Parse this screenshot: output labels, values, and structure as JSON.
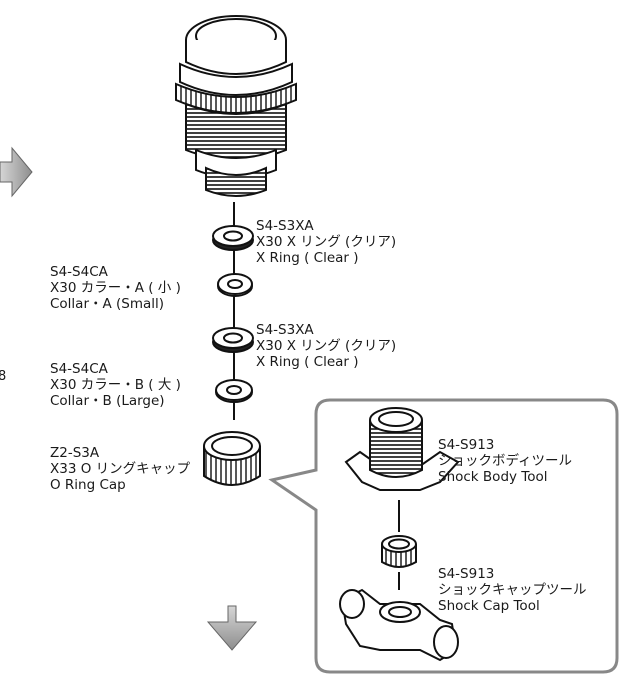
{
  "parts": [
    {
      "code": "S4-S3XA",
      "name_jp": "X30 X リング (クリア)",
      "name_en": "X Ring ( Clear )"
    },
    {
      "code": "S4-S4CA",
      "name_jp": "X30 カラー・A ( 小 )",
      "name_en": "Collar・A (Small)"
    },
    {
      "code": "S4-S3XA",
      "name_jp": "X30 X リング (クリア)",
      "name_en": "X Ring ( Clear )"
    },
    {
      "code": "S4-S4CA",
      "name_jp": "X30 カラー・B ( 大 )",
      "name_en": "Collar・B (Large)"
    },
    {
      "code": "Z2-S3A",
      "name_jp": "X33 O リングキャップ",
      "name_en": "O Ring Cap"
    }
  ],
  "tools": [
    {
      "code": "S4-S913",
      "name_jp": "ショックボディツール",
      "name_en": "Shock Body Tool"
    },
    {
      "code": "S4-S913",
      "name_jp": "ショックキャップツール",
      "name_en": "Shock Cap Tool"
    }
  ],
  "stray_text": "8"
}
